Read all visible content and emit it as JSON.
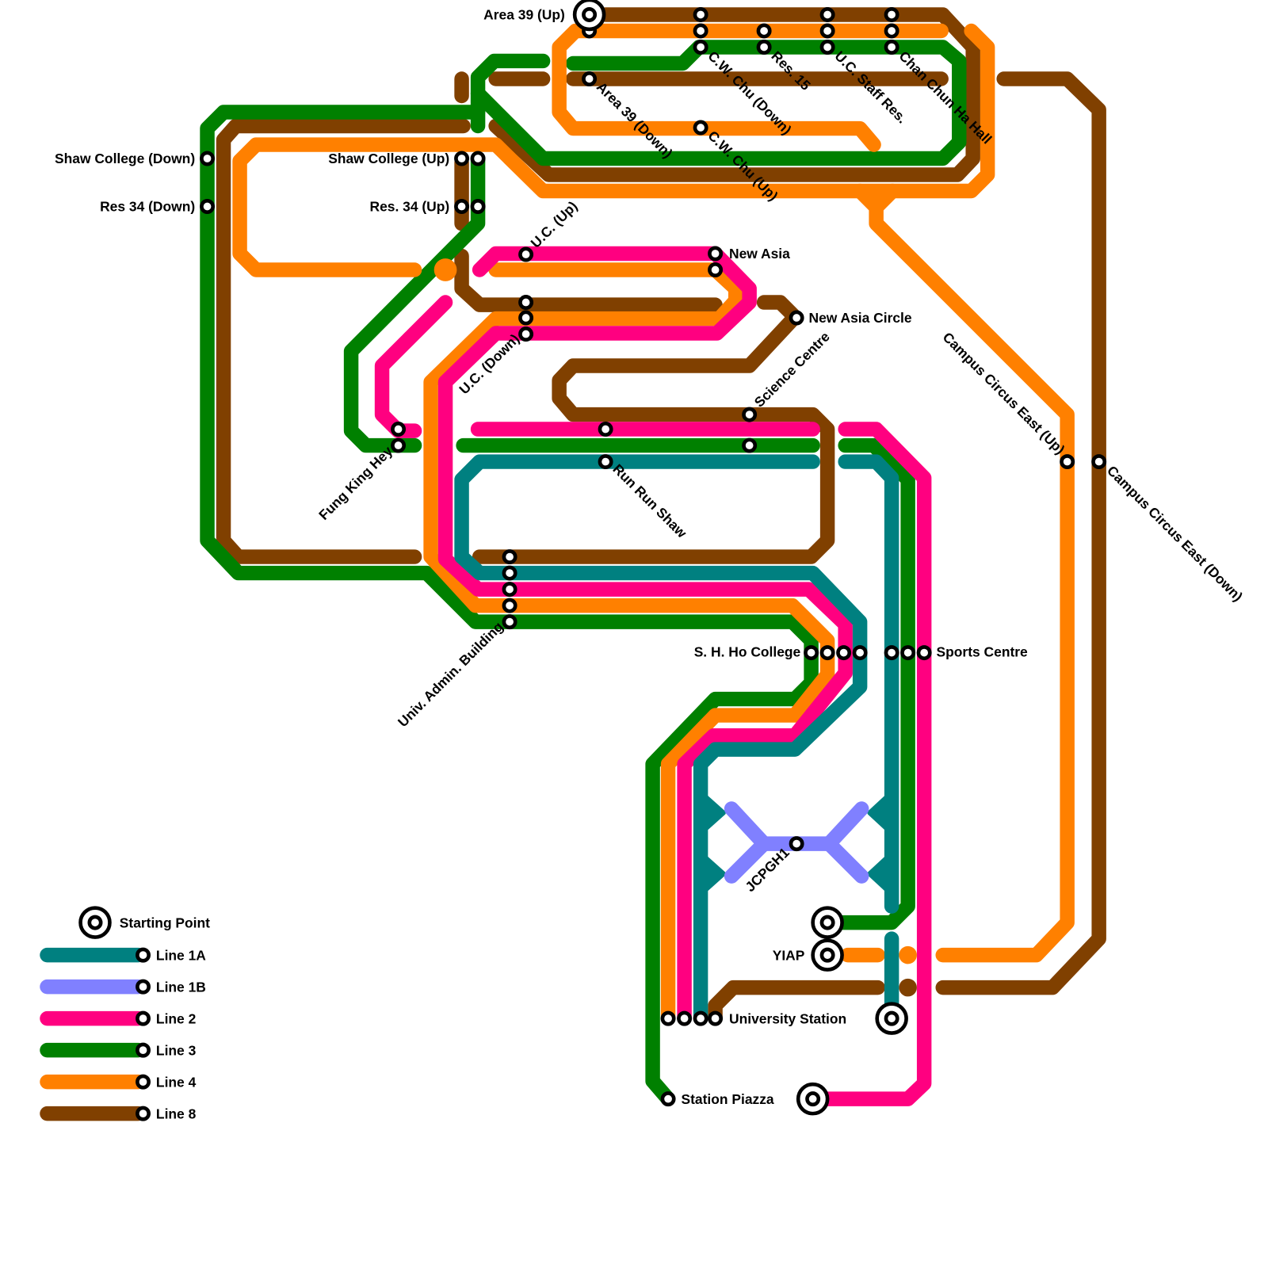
{
  "colors": {
    "line_1a": "#008080",
    "line_1b": "#8080ff",
    "line_2": "#ff0080",
    "line_3": "#008000",
    "line_4": "#ff8000",
    "line_8": "#804000"
  },
  "stations": {
    "area39_up": "Area 39 (Up)",
    "area39_down": "Area 39 (Down)",
    "cw_chu_down": "C.W. Chu (Down)",
    "res15": "Res. 15",
    "uc_staff_res": "U.C. Staff Res.",
    "chan_chun_ha": "Chan Chun Ha Hall",
    "cw_chu_up": "C.W. Chu (Up)",
    "shaw_down": "Shaw College (Down)",
    "res34_down": "Res 34 (Down)",
    "shaw_up": "Shaw College (Up)",
    "res34_up": "Res. 34 (Up)",
    "uc_up": "U.C. (Up)",
    "new_asia": "New Asia",
    "new_asia_circle": "New Asia Circle",
    "uc_down": "U.C. (Down)",
    "science_centre": "Science Centre",
    "fung_king_hey": "Fung King Hey",
    "run_run_shaw": "Run Run Shaw",
    "campus_circus_east_up": "Campus Circus East (Up)",
    "campus_circus_east_down": "Campus Circus East (Down)",
    "univ_admin": "Univ. Admin. Building",
    "sh_ho": "S. H. Ho College",
    "sports_centre": "Sports Centre",
    "jcpgh1": "JCPGH1",
    "yiap": "YIAP",
    "university_station": "University Station",
    "station_piazza": "Station Piazza"
  },
  "legend": {
    "starting_point": "Starting Point",
    "items": [
      {
        "label": "Line 1A",
        "color": "#008080"
      },
      {
        "label": "Line 1B",
        "color": "#8080ff"
      },
      {
        "label": "Line 2",
        "color": "#ff0080"
      },
      {
        "label": "Line 3",
        "color": "#008000"
      },
      {
        "label": "Line 4",
        "color": "#ff8000"
      },
      {
        "label": "Line 8",
        "color": "#804000"
      }
    ]
  }
}
